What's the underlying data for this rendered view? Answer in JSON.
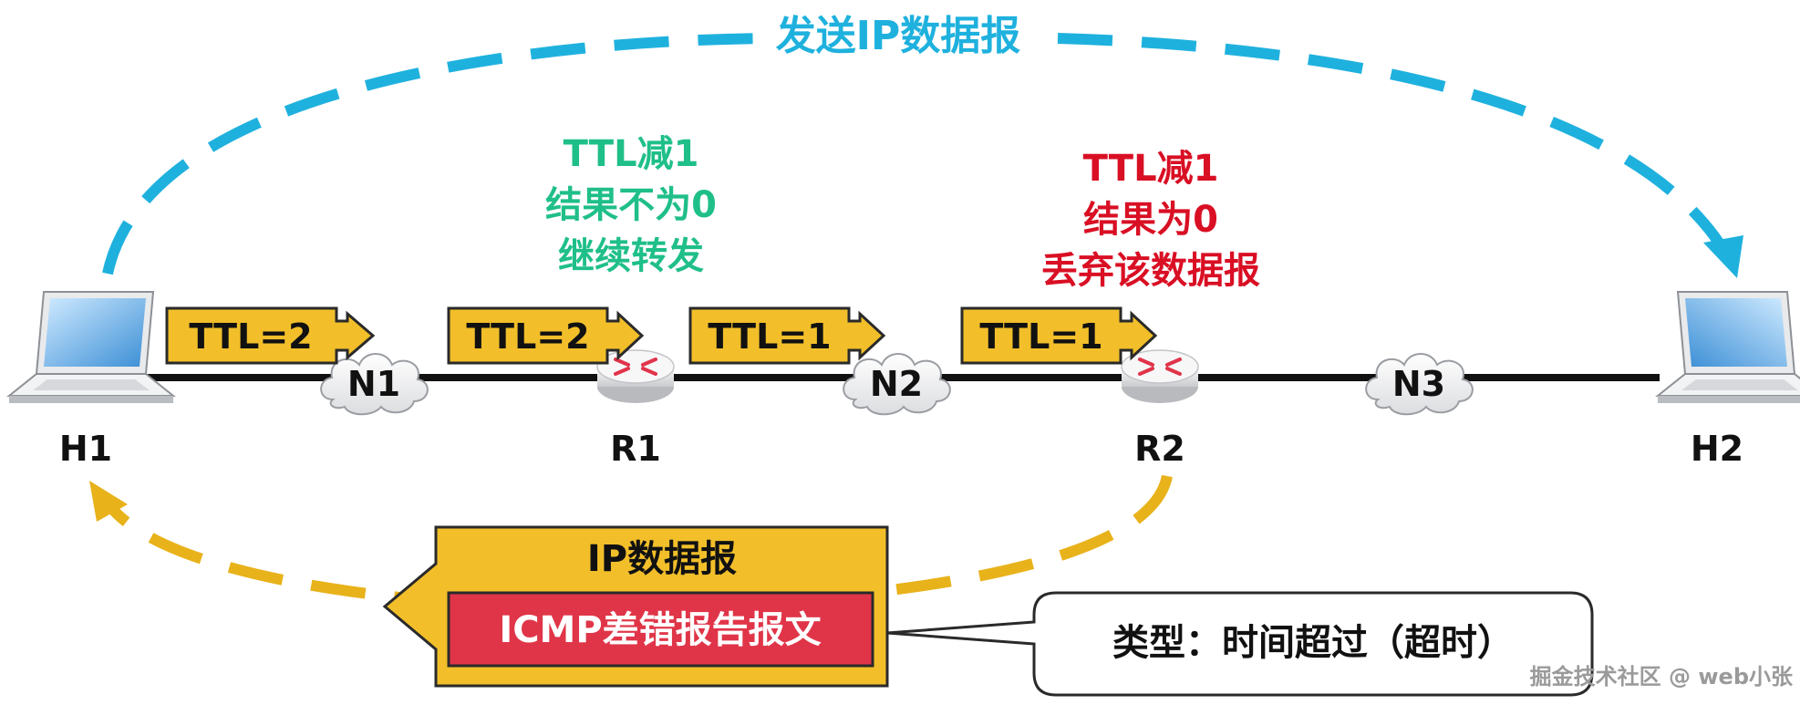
{
  "top_label": "发送IP数据报",
  "colors": {
    "send_arrow": "#1fb1de",
    "return_arrow": "#e8b21a",
    "pass_note": "#1fbf88",
    "drop_note": "#d90f24",
    "packet_fill": "#f2bf2a",
    "icmp_fill": "#e03548",
    "link": "#111111"
  },
  "nodes": {
    "h1": "H1",
    "n1": "N1",
    "r1": "R1",
    "n2": "N2",
    "r2": "R2",
    "n3": "N3",
    "h2": "H2"
  },
  "packets": [
    "TTL=2",
    "TTL=2",
    "TTL=1",
    "TTL=1"
  ],
  "r1_note": [
    "TTL减1",
    "结果不为0",
    "继续转发"
  ],
  "r2_note": [
    "TTL减1",
    "结果为0",
    "丢弃该数据报"
  ],
  "icmp": {
    "outer_label": "IP数据报",
    "inner_label": "ICMP差错报告报文",
    "callout": "类型：时间超过（超时）"
  },
  "watermark": "掘金技术社区 @ web小张"
}
